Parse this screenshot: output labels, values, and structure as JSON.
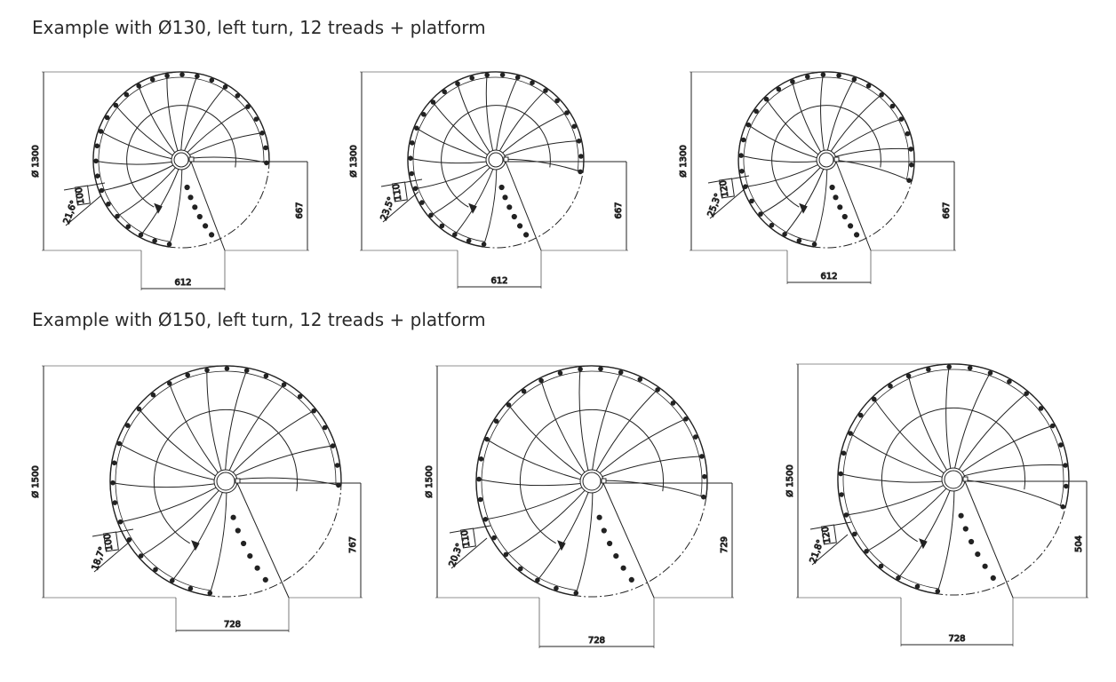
{
  "sections": [
    {
      "title": "Example with Ø130, left turn, 12 treads + platform"
    },
    {
      "title": "Example with Ø150, left turn, 12 treads + platform"
    }
  ],
  "drawings": [
    {
      "diameter_label": "Ø 1300",
      "width_label": "612",
      "height_label": "667",
      "rise_label": "100",
      "angle_label": "21,6°"
    },
    {
      "diameter_label": "Ø 1300",
      "width_label": "612",
      "height_label": "667",
      "rise_label": "110",
      "angle_label": "23,5°"
    },
    {
      "diameter_label": "Ø 1300",
      "width_label": "612",
      "height_label": "667",
      "rise_label": "120",
      "angle_label": "25,3°"
    },
    {
      "diameter_label": "Ø 1500",
      "width_label": "728",
      "height_label": "767",
      "rise_label": "100",
      "angle_label": "18,7°"
    },
    {
      "diameter_label": "Ø 1500",
      "width_label": "728",
      "height_label": "729",
      "rise_label": "110",
      "angle_label": "20,3°"
    },
    {
      "diameter_label": "Ø 1500",
      "width_label": "728",
      "height_label": "504",
      "rise_label": "120",
      "angle_label": "21,8°"
    }
  ]
}
